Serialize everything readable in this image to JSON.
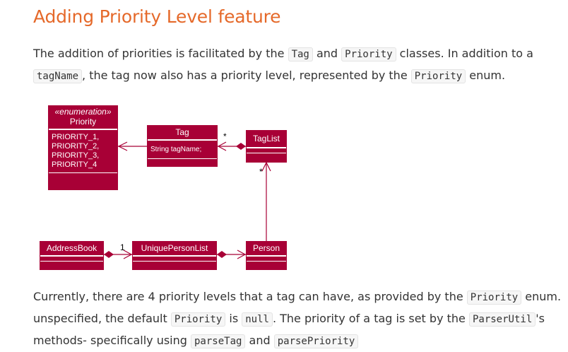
{
  "heading": "Adding Priority Level feature",
  "para1": {
    "line1": {
      "t1": "The addition of priorities is facilitated by the ",
      "c1": "Tag",
      "t2": " and ",
      "c2": "Priority",
      "t3": " classes. In addition to a"
    },
    "line2": {
      "c1": "tagName",
      "t1": ", the tag now also has a priority level, represented by the ",
      "c2": "Priority",
      "t2": " enum."
    }
  },
  "diagram": {
    "priority": {
      "stereotype": "«enumeration»",
      "name": "Priority",
      "values": [
        "PRIORITY_1,",
        "PRIORITY_2,",
        "PRIORITY_3,",
        "PRIORITY_4"
      ]
    },
    "tag": {
      "name": "Tag",
      "field": "String tagName;"
    },
    "taglist": {
      "name": "TagList"
    },
    "addressbook": {
      "name": "AddressBook"
    },
    "uniquepersonlist": {
      "name": "UniquePersonList"
    },
    "person": {
      "name": "Person"
    },
    "mult_tag_star": "*",
    "mult_person_star": "*",
    "mult_upl_one": "1",
    "colors": {
      "class_fill": "#a80036",
      "line": "#a80036"
    }
  },
  "para2": {
    "line1": {
      "t1": "Currently, there are 4 priority levels that a tag can have, as provided by the ",
      "c1": "Priority",
      "t2": " enum."
    },
    "line2": {
      "t1": "unspecified, the default ",
      "c1": "Priority",
      "t2": " is ",
      "c2": "null",
      "t3": ". The priority of a tag is set by the ",
      "c3": "ParserUtil",
      "t4": "'s"
    },
    "line3": {
      "t1": "methods- specifically using ",
      "c1": "parseTag",
      "t2": " and ",
      "c2": "parsePriority"
    }
  }
}
